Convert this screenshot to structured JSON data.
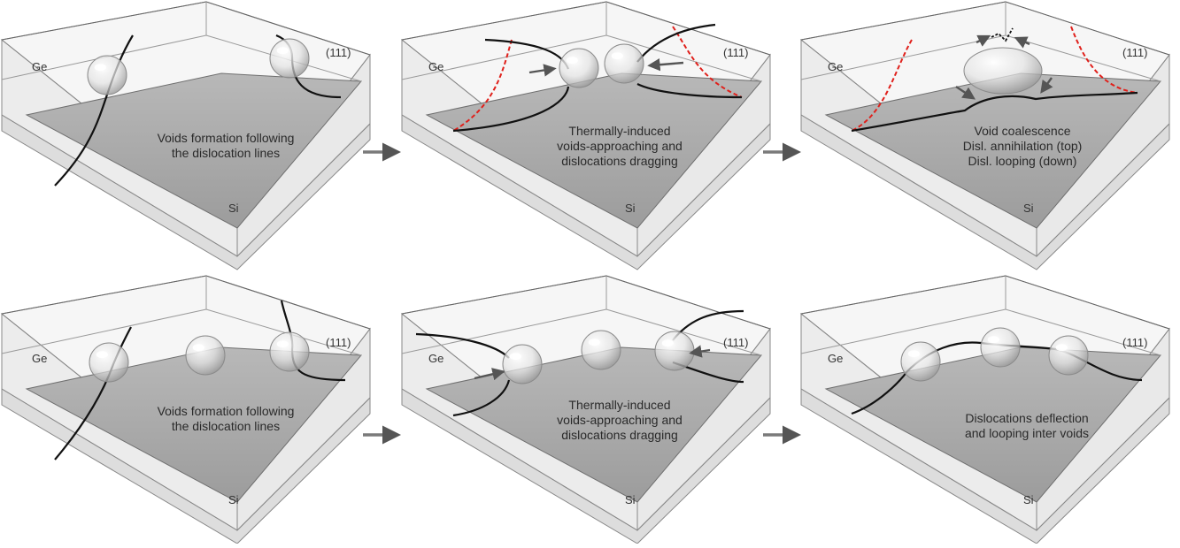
{
  "panels": [
    {
      "id": "top-1",
      "ge_label": "Ge",
      "si_label": "Si",
      "plane_label": "(111)",
      "caption": [
        "Voids formation following",
        "the dislocation lines"
      ]
    },
    {
      "id": "top-2",
      "ge_label": "Ge",
      "si_label": "Si",
      "plane_label": "(111)",
      "caption": [
        "Thermally-induced",
        "voids-approaching and",
        "dislocations dragging"
      ]
    },
    {
      "id": "top-3",
      "ge_label": "Ge",
      "si_label": "Si",
      "plane_label": "(111)",
      "caption": [
        "Void coalescence",
        "Disl. annihilation (top)",
        "Disl. looping (down)"
      ]
    },
    {
      "id": "bottom-1",
      "ge_label": "Ge",
      "si_label": "Si",
      "plane_label": "(111)",
      "caption": [
        "Voids formation following",
        "the dislocation lines"
      ]
    },
    {
      "id": "bottom-2",
      "ge_label": "Ge",
      "si_label": "Si",
      "plane_label": "(111)",
      "caption": [
        "Thermally-induced",
        "voids-approaching and",
        "dislocations dragging"
      ]
    },
    {
      "id": "bottom-3",
      "ge_label": "Ge",
      "si_label": "Si",
      "plane_label": "(111)",
      "caption": [
        "Dislocations deflection",
        "and looping inter voids"
      ]
    }
  ],
  "colors": {
    "dislocation": "#111111",
    "annihilated_dislocation": "#e0201b",
    "arrow": "#555555",
    "si_face": "#a9a9a9",
    "ge_face": "#e6e6e6"
  }
}
